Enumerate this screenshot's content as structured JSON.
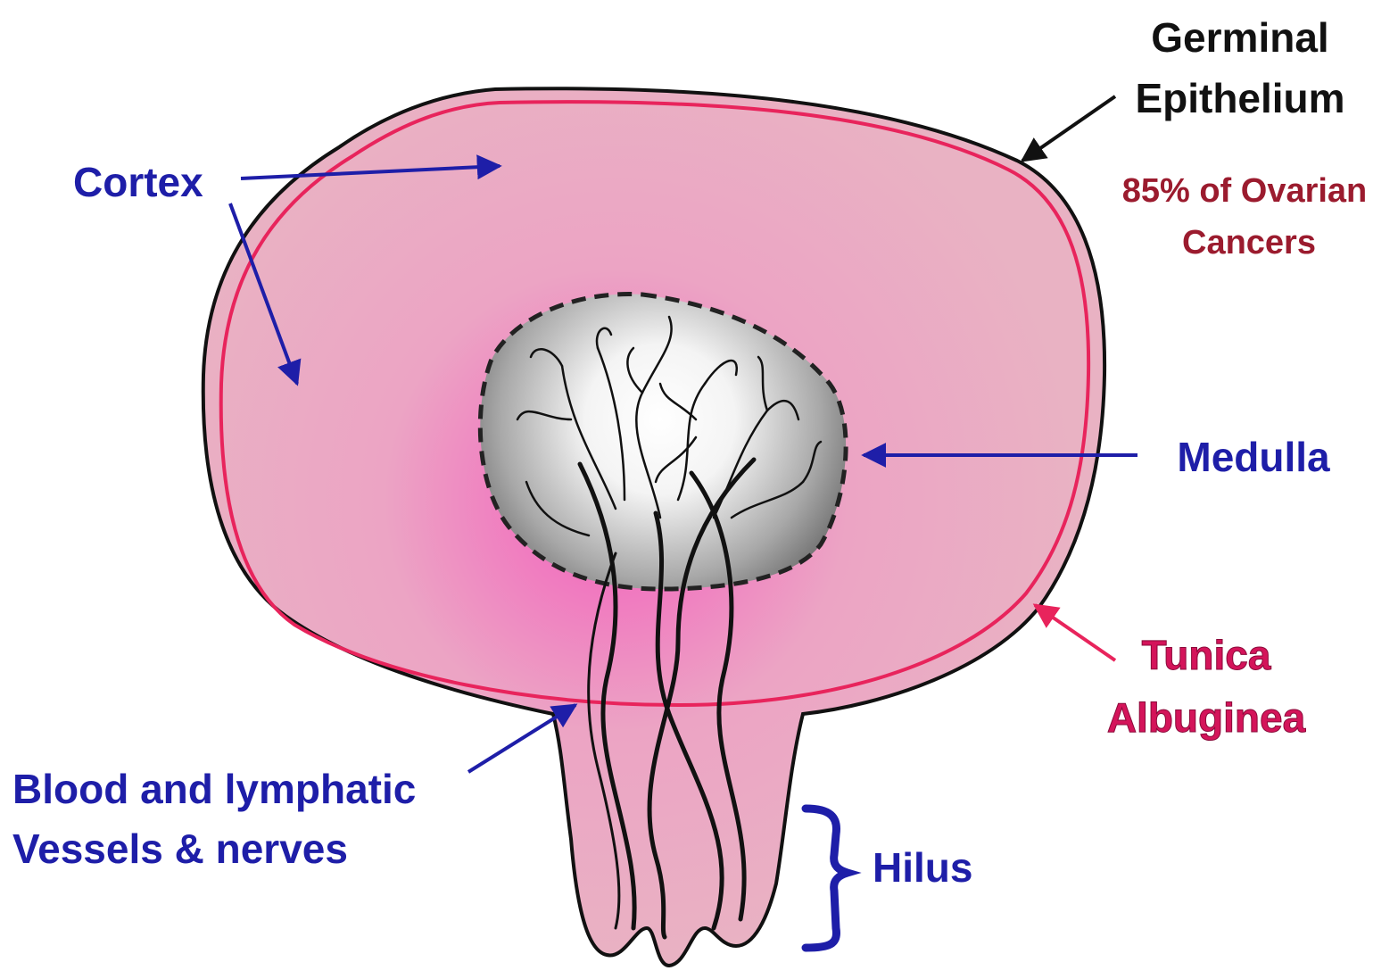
{
  "colors": {
    "label_blue": "#1e1ea8",
    "label_black": "#111111",
    "label_red": "#d4145a",
    "label_darkred": "#9b1b2e",
    "ovary_fill": "#e8acc0",
    "tunica_line": "#e8245c",
    "medulla_center": "#ffffff",
    "medulla_edge": "#6a6a6a"
  },
  "labels": {
    "cortex": "Cortex",
    "germinal_line1": "Germinal",
    "germinal_line2": "Epithelium",
    "cancer_line1": "85% of Ovarian",
    "cancer_line2": "Cancers",
    "medulla": "Medulla",
    "tunica_line1": "Tunica",
    "tunica_line2": "Albuginea",
    "vessels_line1": "Blood and lymphatic",
    "vessels_line2": "Vessels & nerves",
    "hilus": "Hilus"
  }
}
